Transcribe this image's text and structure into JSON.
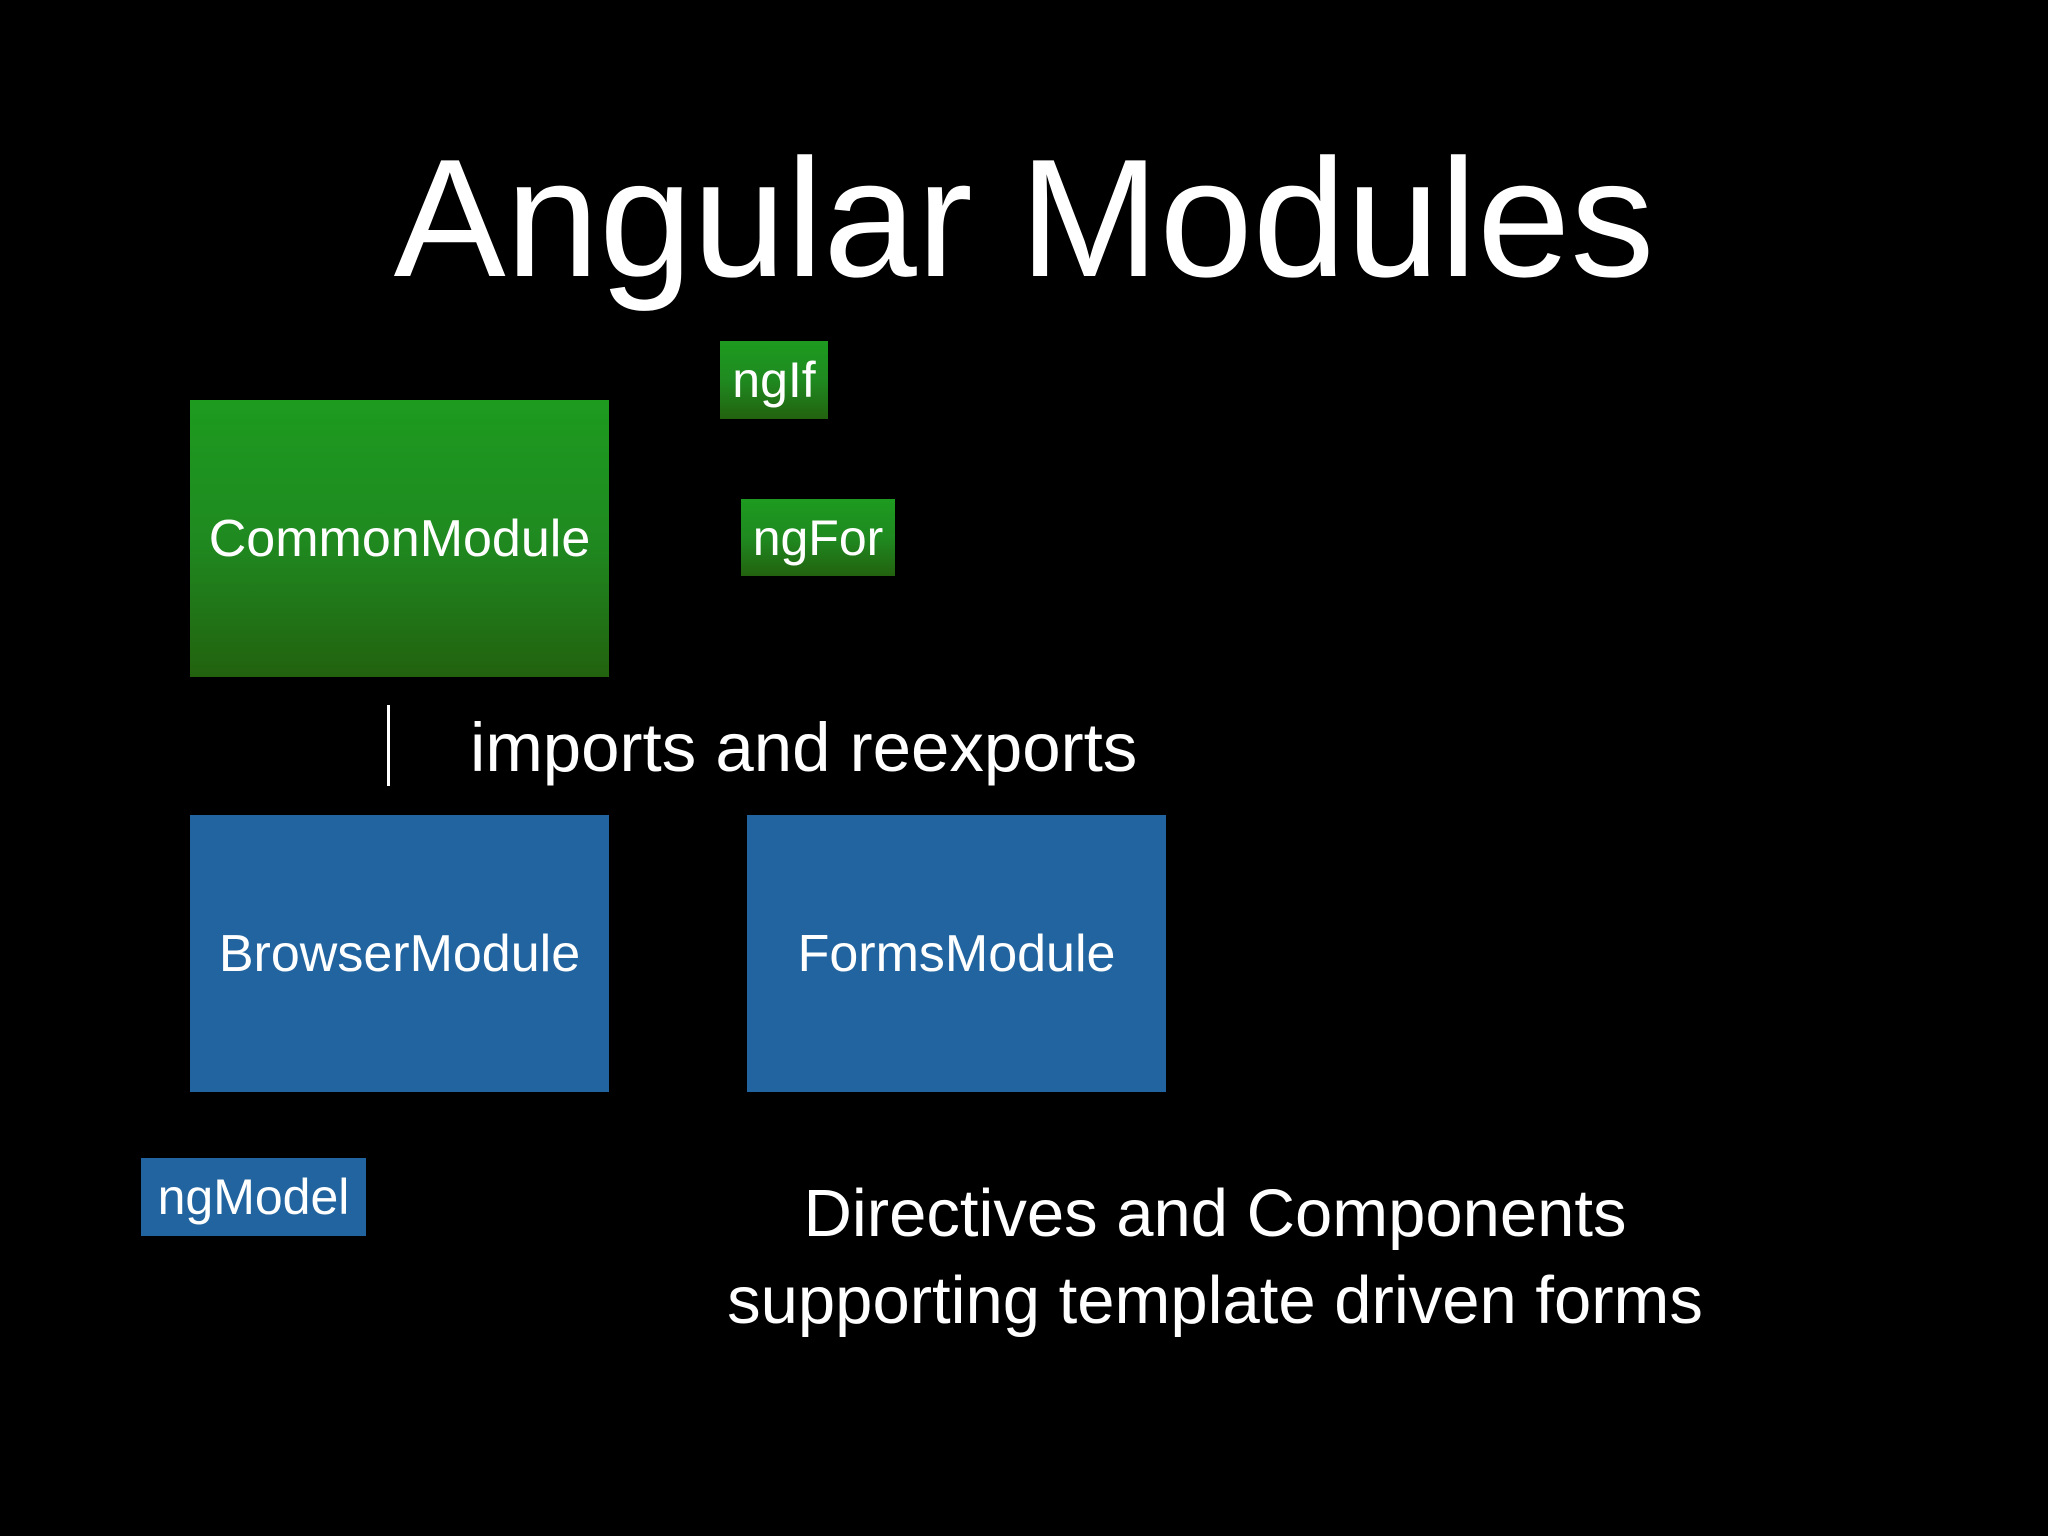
{
  "title": "Angular Modules",
  "modules": {
    "common": "CommonModule",
    "browser": "BrowserModule",
    "forms": "FormsModule"
  },
  "directives": {
    "ngif": "ngIf",
    "ngfor": "ngFor",
    "ngmodel": "ngModel"
  },
  "relation_label": "imports and reexports",
  "description": {
    "line1": "Directives and Components",
    "line2": "supporting template driven forms"
  },
  "colors": {
    "common": "#1d9b1f",
    "browser": "#21649f"
  }
}
